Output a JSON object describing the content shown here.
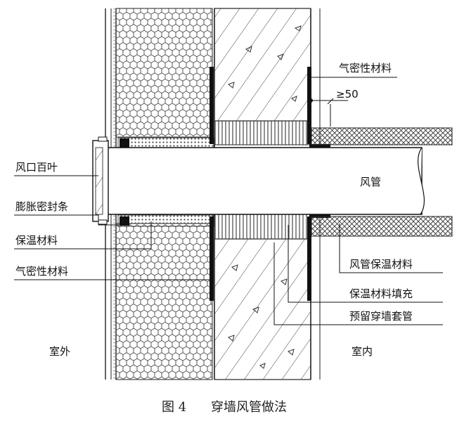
{
  "labels": {
    "airtight_top": "气密性材料",
    "gap": "≥50",
    "louver": "风口百叶",
    "duct": "风管",
    "seal_strip": "膨胀密封条",
    "insul_left": "保温材料",
    "airtight_left": "气密性材料",
    "duct_insulation": "风管保温材料",
    "insul_fill": "保温材料填充",
    "sleeve": "预留穿墙套管",
    "outdoor": "室外",
    "indoor": "室内"
  },
  "caption": {
    "figure_no": "图 4",
    "title": "穿墙风管做法"
  }
}
